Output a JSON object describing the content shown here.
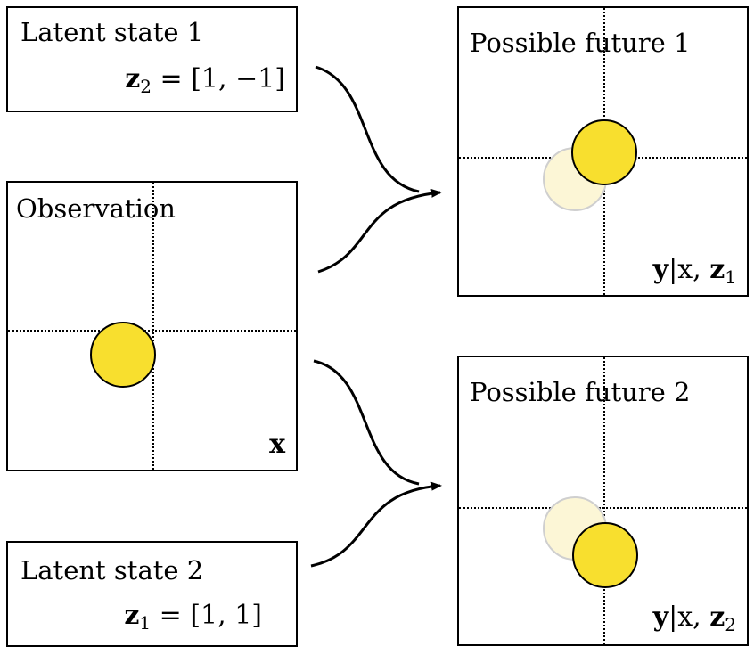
{
  "latent1": {
    "title": "Latent state 1",
    "value_var": "z",
    "value_sub": "2",
    "value_rhs": "= [1, −1]"
  },
  "latent2": {
    "title": "Latent state 2",
    "value_var": "z",
    "value_sub": "1",
    "value_rhs": "= [1, 1]"
  },
  "observation": {
    "title": "Observation",
    "label": "x"
  },
  "future1": {
    "title": "Possible future 1",
    "label_y": "y",
    "label_rest": "|x, ",
    "label_z": "z",
    "label_sub": "1"
  },
  "future2": {
    "title": "Possible future 2",
    "label_y": "y",
    "label_rest": "|x, ",
    "label_z": "z",
    "label_sub": "2"
  },
  "colors": {
    "ball": "#f8df2e",
    "ghost_ball": "#fcf6d6",
    "stroke": "#000000"
  }
}
